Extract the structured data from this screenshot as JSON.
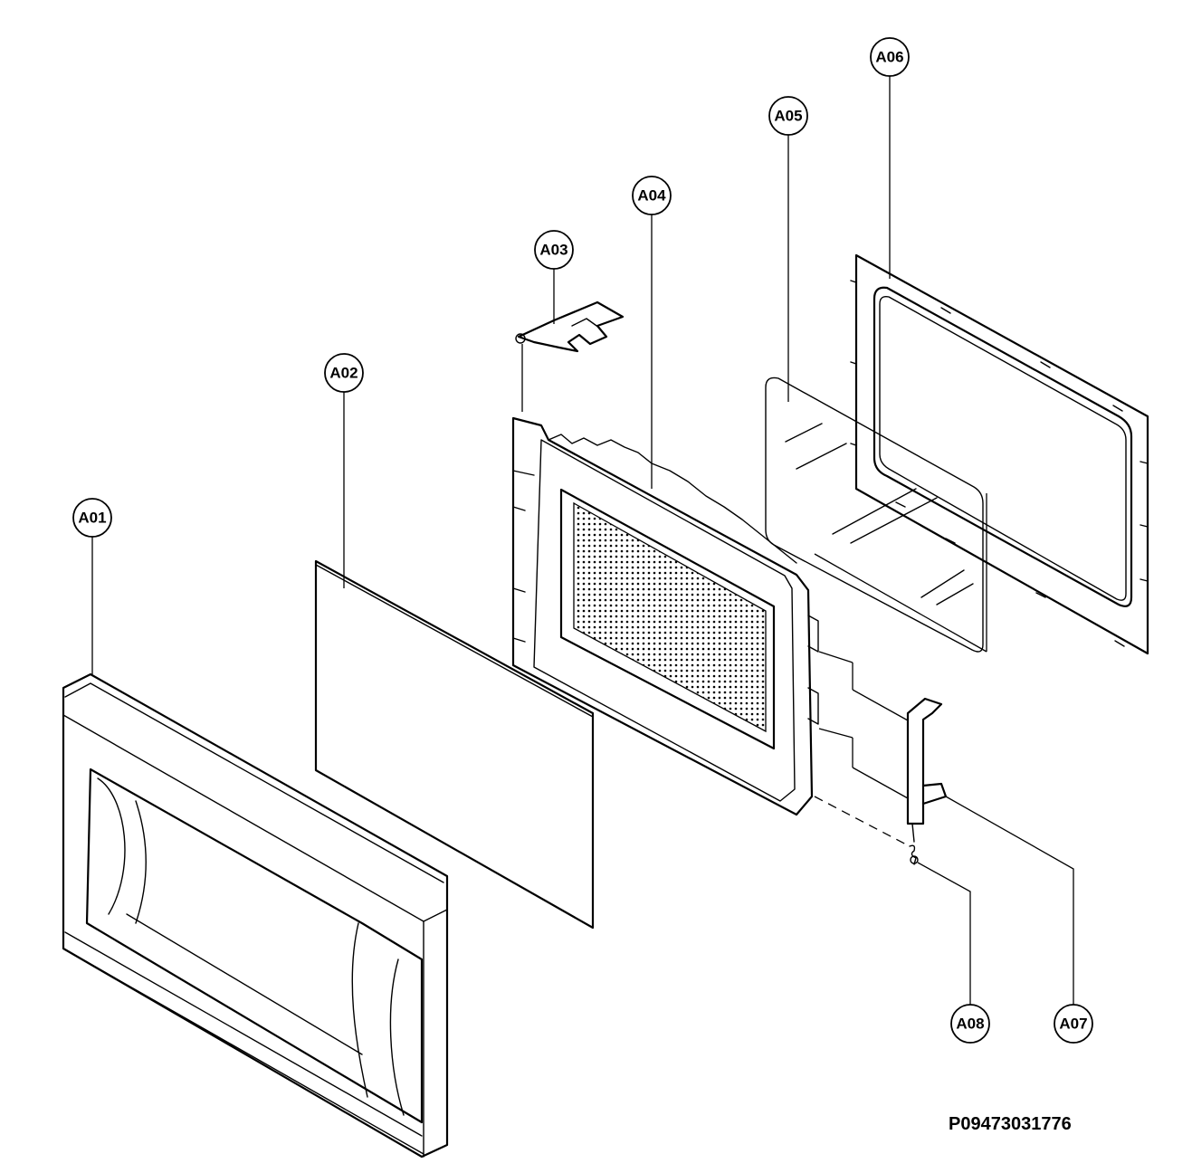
{
  "callouts": {
    "a01": "A01",
    "a02": "A02",
    "a03": "A03",
    "a04": "A04",
    "a05": "A05",
    "a06": "A06",
    "a07": "A07",
    "a08": "A08"
  },
  "drawing_code": "P09473031776"
}
